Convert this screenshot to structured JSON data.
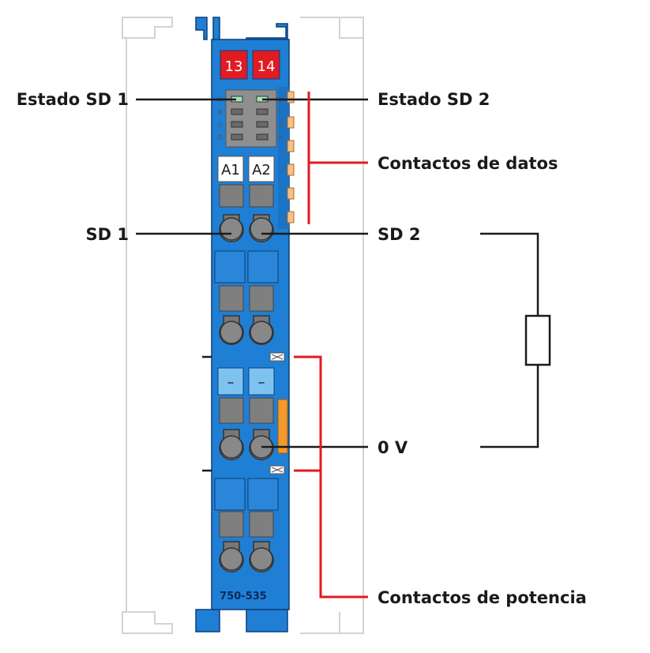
{
  "module": {
    "model": "750-535",
    "terminal_numbers": [
      "13",
      "14"
    ],
    "slot_labels": [
      "A1",
      "A2"
    ],
    "minus_labels": [
      "–",
      "–"
    ],
    "led_letters_left": [
      "A",
      "B",
      "C",
      "D"
    ],
    "led_letters_right": [
      "E",
      "F",
      "G",
      "H"
    ]
  },
  "callouts": {
    "status_sd1": "Estado SD 1",
    "status_sd2": "Estado SD 2",
    "data_contacts": "Contactos de datos",
    "sd1": "SD 1",
    "sd2": "SD 2",
    "zero_v": "0 V",
    "power_contacts": "Contactos de potencia"
  },
  "colors": {
    "module_blue": "#1f7fd4",
    "module_blue_dark": "#1565b4",
    "cell_blue": "#2a86d8",
    "terminal_red": "#e11b22",
    "led_green": "#a6e2b4",
    "connector_grey": "#8c8c8c",
    "callout_red": "#e11b22",
    "orange_contact": "#f39a2c"
  }
}
